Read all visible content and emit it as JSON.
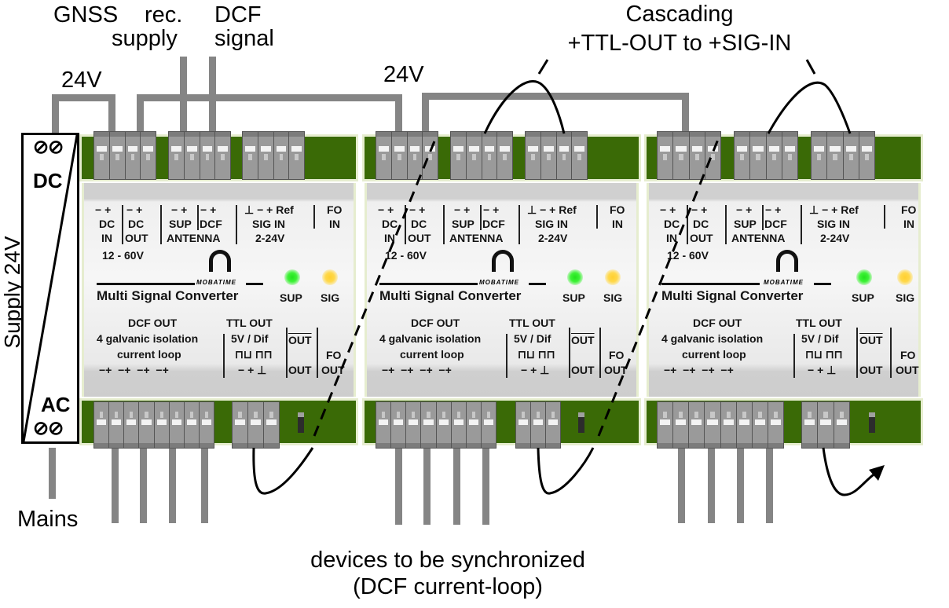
{
  "captions": {
    "gnss": "GNSS",
    "rec_supply_line1": "rec.",
    "rec_supply_line2": "supply",
    "dcf_signal_line1": "DCF",
    "dcf_signal_line2": "signal",
    "v24_left": "24V",
    "v24_mid": "24V",
    "cascading_line1": "Cascading",
    "cascading_line2": "+TTL-OUT to +SIG-IN",
    "supply": "Supply 24V",
    "mains": "Mains",
    "devices_line1": "devices to be synchronized",
    "devices_line2": "(DCF current-loop)"
  },
  "power_supply": {
    "dc_label": "DC",
    "ac_label": "AC",
    "screw_glyphs": "⊘⊘"
  },
  "module": {
    "top_labels": {
      "pol_minus_plus": "− +",
      "dc": "DC",
      "in": "IN",
      "out": "OUT",
      "voltage_range": "12 - 60V",
      "sup": "SUP",
      "dcf": "DCF",
      "antenna": "ANTENNA",
      "sig_in_pol": "⊥ − + Ref",
      "sig_in": "SIG IN",
      "sig_in_range": "2-24V",
      "fo": "FO",
      "fo_in": "IN"
    },
    "brand": "MOBATIME",
    "title": "Multi Signal Converter",
    "leds": [
      {
        "label": "SUP",
        "color": "#3df236"
      },
      {
        "label": "SIG",
        "color": "#ffd84a"
      }
    ],
    "bottom_labels": {
      "dcf_out": "DCF OUT",
      "galvanic": "4 galvanic isolation",
      "current_loop": "current loop",
      "dcf_pols": "−+  −+  −+  −+",
      "ttl_out": "TTL OUT",
      "ttl_level": "5V / Dif",
      "ttl_pulse": "⊓⊔ ⊓⊓",
      "ttl_pols": "− + ⊥",
      "out_bar": "OUT",
      "out": "OUT",
      "fo": "FO",
      "fo_out": "OUT"
    }
  },
  "modules": [
    {
      "id": "module-1"
    },
    {
      "id": "module-2"
    },
    {
      "id": "module-3"
    }
  ],
  "colors": {
    "rail_green": "#3a6a06",
    "wire_gray": "#858585",
    "terminal_gray": "#9a9a9a"
  }
}
